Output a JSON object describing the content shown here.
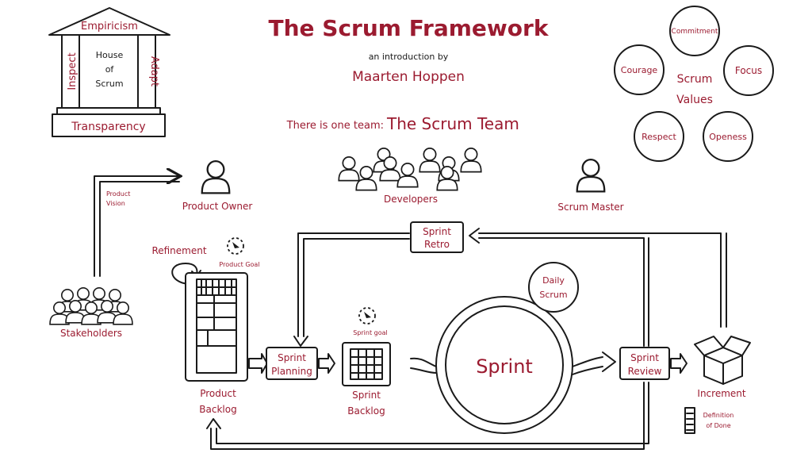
{
  "header": {
    "title": "The Scrum Framework",
    "intro": "an introduction by",
    "author": "Maarten Hoppen",
    "team_prefix": "There is one team:",
    "team_name": "The Scrum Team"
  },
  "house": {
    "roof": "Empiricism",
    "left": "Inspect",
    "center_line1": "House",
    "center_line2": "of",
    "center_line3": "Scrum",
    "right": "Adapt",
    "base": "Transparency"
  },
  "values": {
    "center_line1": "Scrum",
    "center_line2": "Values",
    "items": [
      "Commitment",
      "Courage",
      "Focus",
      "Respect",
      "Openess"
    ]
  },
  "roles": {
    "product_owner": "Product Owner",
    "developers": "Developers",
    "scrum_master": "Scrum Master",
    "stakeholders": "Stakeholders",
    "product_vision_line1": "Product",
    "product_vision_line2": "Vision"
  },
  "flow": {
    "refinement": "Refinement",
    "product_goal": "Product Goal",
    "product_backlog_line1": "Product",
    "product_backlog_line2": "Backlog",
    "sprint_planning_line1": "Sprint",
    "sprint_planning_line2": "Planning",
    "sprint_goal": "Sprint goal",
    "sprint_backlog_line1": "Sprint",
    "sprint_backlog_line2": "Backlog",
    "sprint": "Sprint",
    "daily_scrum_line1": "Daily",
    "daily_scrum_line2": "Scrum",
    "sprint_retro_line1": "Sprint",
    "sprint_retro_line2": "Retro",
    "sprint_review_line1": "Sprint",
    "sprint_review_line2": "Review",
    "increment": "Increment",
    "dod_line1": "Definition",
    "dod_line2": "of Done"
  },
  "colors": {
    "accent": "#9b1b30",
    "ink": "#1a1a1a"
  },
  "icons": [
    "person-icon",
    "crowd-icon",
    "goal-icon",
    "refinement-arrow-icon",
    "box-icon",
    "checklist-icon"
  ]
}
